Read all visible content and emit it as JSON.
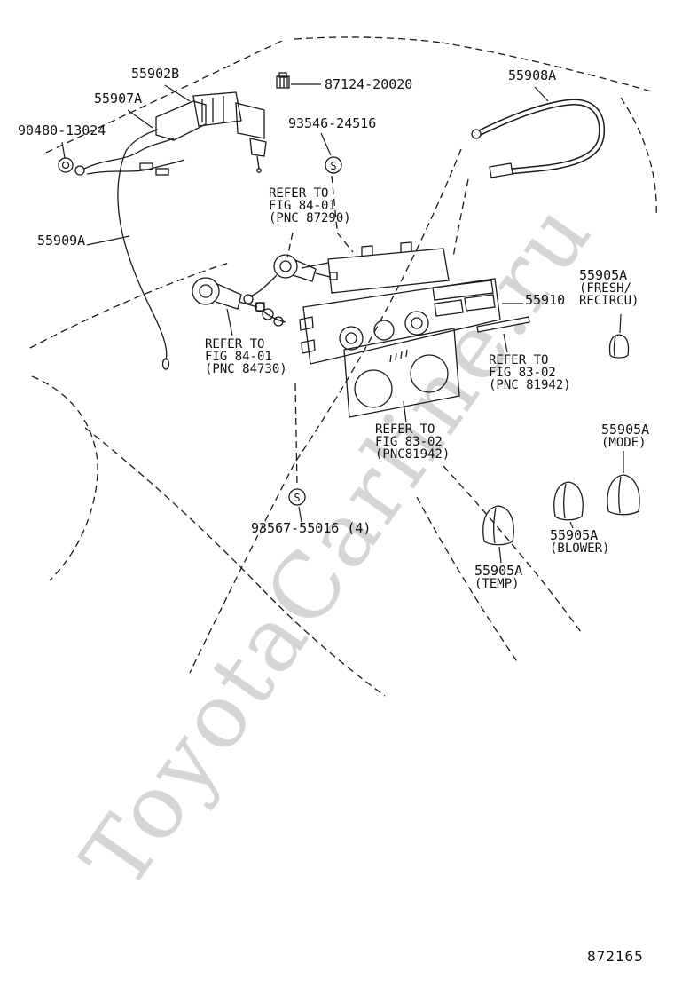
{
  "watermark": "ToyotaCarline.ru",
  "diagram_number": "872165",
  "symbols": {
    "s_marker": "S"
  },
  "labels": {
    "part_55902B": "55902B",
    "part_55907A": "55907A",
    "part_87124": "87124-20020",
    "part_90480": "90480-13024",
    "part_93546": "93546-24516",
    "part_55908A": "55908A",
    "part_55909A": "55909A",
    "part_55910": "55910",
    "part_93567": "93567-55016 (4)",
    "knob_fresh": {
      "line1": "55905A",
      "line2": "(FRESH/",
      "line3": "RECIRCU)"
    },
    "knob_mode": {
      "line1": "55905A",
      "line2": "(MODE)"
    },
    "knob_blower": {
      "line1": "55905A",
      "line2": "(BLOWER)"
    },
    "knob_temp": {
      "line1": "55905A",
      "line2": "(TEMP)"
    },
    "ref_87290": {
      "line1": "REFER TO",
      "line2": "FIG 84-01",
      "line3": "(PNC 87290)"
    },
    "ref_84730": {
      "line1": "REFER TO",
      "line2": "FIG 84-01",
      "line3": "(PNC 84730)"
    },
    "ref_81942_right": {
      "line1": "REFER TO",
      "line2": "FIG 83-02",
      "line3": "(PNC 81942)"
    },
    "ref_81942_center": {
      "line1": "REFER TO",
      "line2": "FIG 83-02",
      "line3": "(PNC81942)"
    }
  }
}
